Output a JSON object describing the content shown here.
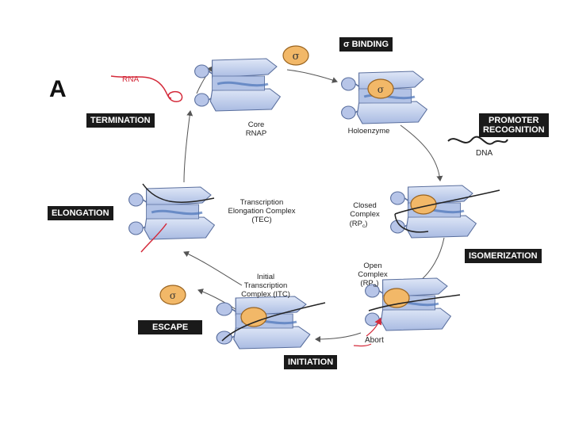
{
  "diagram": {
    "panel_letter": "A",
    "stages": {
      "sigma_binding": "σ BINDING",
      "promoter_recognition": "PROMOTER\nRECOGNITION",
      "isomerization": "ISOMERIZATION",
      "initiation": "INITIATION",
      "escape": "ESCAPE",
      "elongation": "ELONGATION",
      "termination": "TERMINATION"
    },
    "complexes": {
      "core_l1": "Core",
      "core_l2": "RNAP",
      "holoenzyme": "Holoenzyme",
      "closed_l1": "Closed",
      "closed_l2": "Complex",
      "closed_l3": "(RP",
      "closed_l3_sub": "c",
      "open_l1": "Open",
      "open_l2": "Complex",
      "open_l3": "(RP",
      "open_l3_sub": "o",
      "itc_l1": "Initial",
      "itc_l2": "Transcription",
      "itc_l3": "Complex (ITC)",
      "tec_l1": "Transcription",
      "tec_l2": "Elongation Complex",
      "tec_l3": "(TEC)"
    },
    "molecules": {
      "rna": "RNA",
      "dna": "DNA",
      "abort": "Abort",
      "sigma_symbol": "σ"
    },
    "colors": {
      "rnap_body": "#c6d3ee",
      "rnap_edge": "#5a6f9e",
      "sigma_fill": "#f2b868",
      "sigma_edge": "#9a6420",
      "rna": "#d42a3a",
      "dna": "#222222",
      "label_bg": "#1a1a1a"
    }
  }
}
